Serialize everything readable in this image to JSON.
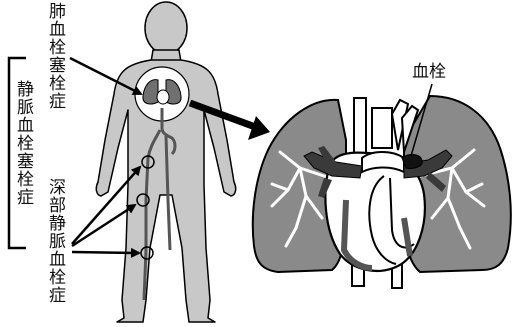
{
  "labels": {
    "pulmonary_embolism": "肺血栓塞栓症",
    "venous_thromboembolism": "静脈血栓塞栓症",
    "deep_vein_thrombosis": "深部静脈血栓症",
    "thrombus": "血栓"
  },
  "colors": {
    "body": "#c8c8c8",
    "lung": "#8a8a8a",
    "heart": "#ffffff",
    "vessel": "#444444",
    "stroke": "#000000"
  }
}
